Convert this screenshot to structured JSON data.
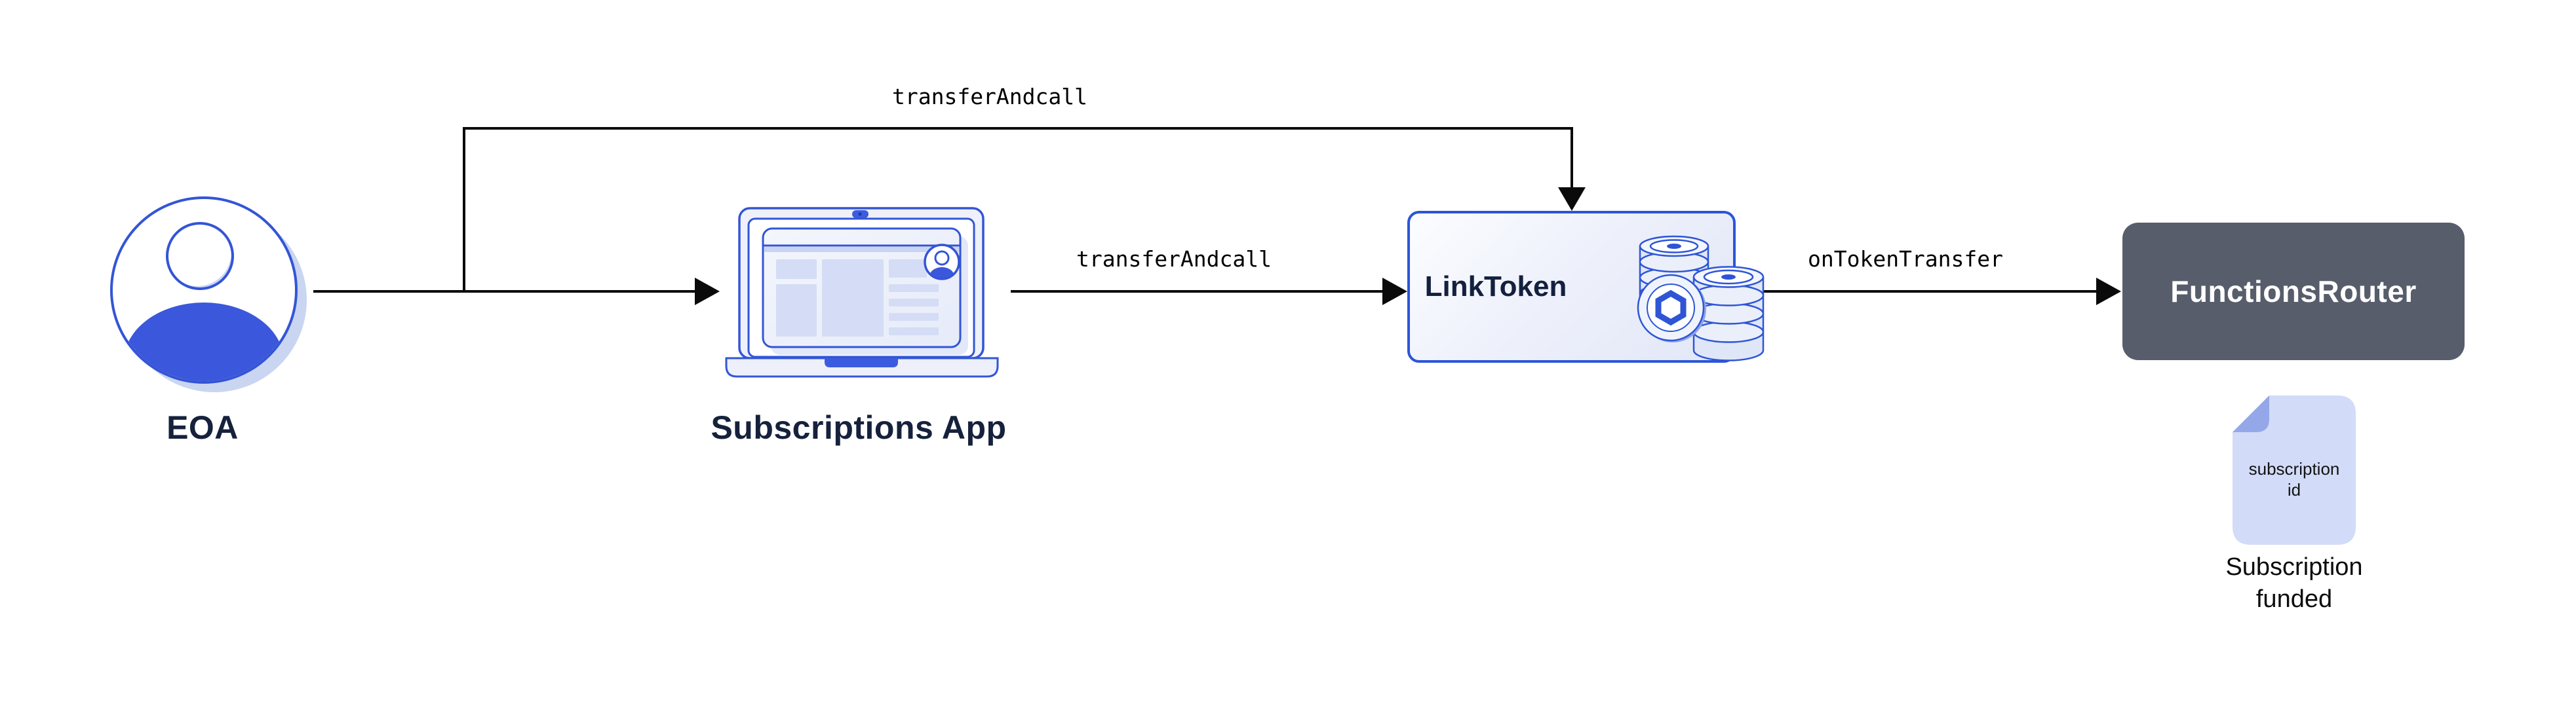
{
  "diagram": {
    "nodes": {
      "eoa": {
        "label": "EOA",
        "icon": "user-avatar-icon"
      },
      "subscriptions_app": {
        "label": "Subscriptions App",
        "icon": "laptop-browser-icon"
      },
      "link_token": {
        "label": "LinkToken",
        "icon": "link-coins-icon"
      },
      "functions_router": {
        "label": "FunctionsRouter"
      }
    },
    "edges": {
      "eoa_to_link_token_top": {
        "label": "transferAndcall"
      },
      "app_to_link_token": {
        "label": "transferAndcall"
      },
      "link_token_to_router": {
        "label": "onTokenTransfer"
      }
    },
    "artifacts": {
      "subscription_doc": {
        "line1": "subscription",
        "line2": "id",
        "icon": "document-icon"
      },
      "caption": {
        "line1": "Subscription",
        "line2": "funded"
      }
    },
    "colors": {
      "outline_blue": "#3355D6",
      "fill_blue": "#3B57DB",
      "light_fill": "#E9EDF9",
      "block_fill": "#D4DDF5",
      "shadow_blue": "#C9D5F1",
      "linktoken_border": "#2B55D8",
      "router_bg": "#575D6B",
      "doc_fill": "#D2DBF7",
      "doc_fold": "#94A7E9",
      "arrow_black": "#0A0A0A",
      "label_navy": "#16213C"
    }
  }
}
